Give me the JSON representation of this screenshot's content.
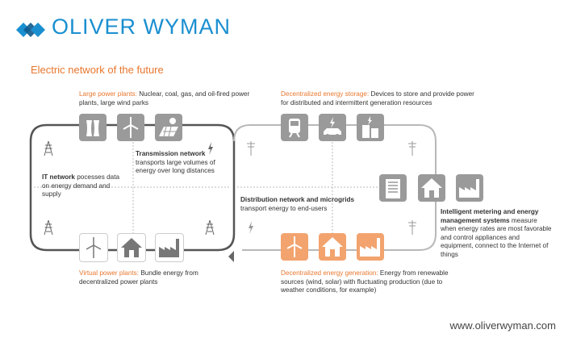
{
  "brand": {
    "name": "OLIVER WYMAN",
    "colors": {
      "blue": "#1a8fd0",
      "orange": "#e8772e",
      "gray": "#9a9a9a",
      "light_orange": "#f2a36e"
    }
  },
  "title": "Electric network of the future",
  "captions": {
    "large_plants_head": "Large power plants:",
    "large_plants_body": "Nuclear, coal, gas, and oil-fired power plants, large wind parks",
    "storage_head": "Decentralized energy storage:",
    "storage_body": "Devices to store and provide power for distributed and intermittent generation resources",
    "transmission_head": "Transmission network",
    "transmission_body": "transports large volumes of energy over long distances",
    "it_head": "IT network",
    "it_body": "pocesses data on energy demand and supply",
    "distribution_head": "Distribution network and microgrids",
    "distribution_body": "transport energy to end-users",
    "metering_head": "Intelligent metering and energy management systems",
    "metering_body": "measure when energy rates are most favorable and control appliances and equipment, connect to the Internet of things",
    "virtual_head": "Virtual power plants:",
    "virtual_body": "Bundle energy from decentralized power plants",
    "generation_head": "Decentralized energy generation:",
    "generation_body": "Energy from renewable sources (wind, solar) with fluctuating production (due to weather conditions, for example)"
  },
  "icons": {
    "top_left": [
      "nuclear-plant-icon",
      "wind-turbine-icon",
      "solar-panel-icon"
    ],
    "top_right": [
      "train-icon",
      "electric-car-icon",
      "battery-building-icon"
    ],
    "right": [
      "office-building-icon",
      "house-icon",
      "factory-icon"
    ],
    "bottom_left": [
      "wind-turbine-icon",
      "house-icon",
      "factory-icon"
    ],
    "bottom_right": [
      "wind-turbine-icon",
      "solar-house-icon",
      "factory-icon"
    ]
  },
  "footer_url": "www.oliverwyman.com"
}
